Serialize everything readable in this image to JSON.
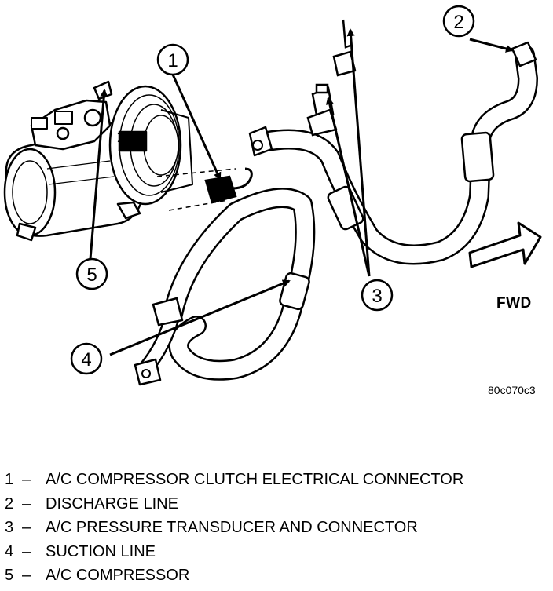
{
  "callouts": [
    {
      "number": "1"
    },
    {
      "number": "2"
    },
    {
      "number": "3"
    },
    {
      "number": "4"
    },
    {
      "number": "5"
    }
  ],
  "direction_label": "FWD",
  "figure_id": "80c070c3",
  "legend": [
    {
      "number": "1",
      "separator": "–",
      "text": "A/C COMPRESSOR CLUTCH ELECTRICAL CONNECTOR"
    },
    {
      "number": "2",
      "separator": "–",
      "text": "DISCHARGE LINE"
    },
    {
      "number": "3",
      "separator": "–",
      "text": "A/C PRESSURE TRANSDUCER AND CONNECTOR"
    },
    {
      "number": "4",
      "separator": "–",
      "text": "SUCTION LINE"
    },
    {
      "number": "5",
      "separator": "–",
      "text": "A/C COMPRESSOR"
    }
  ]
}
